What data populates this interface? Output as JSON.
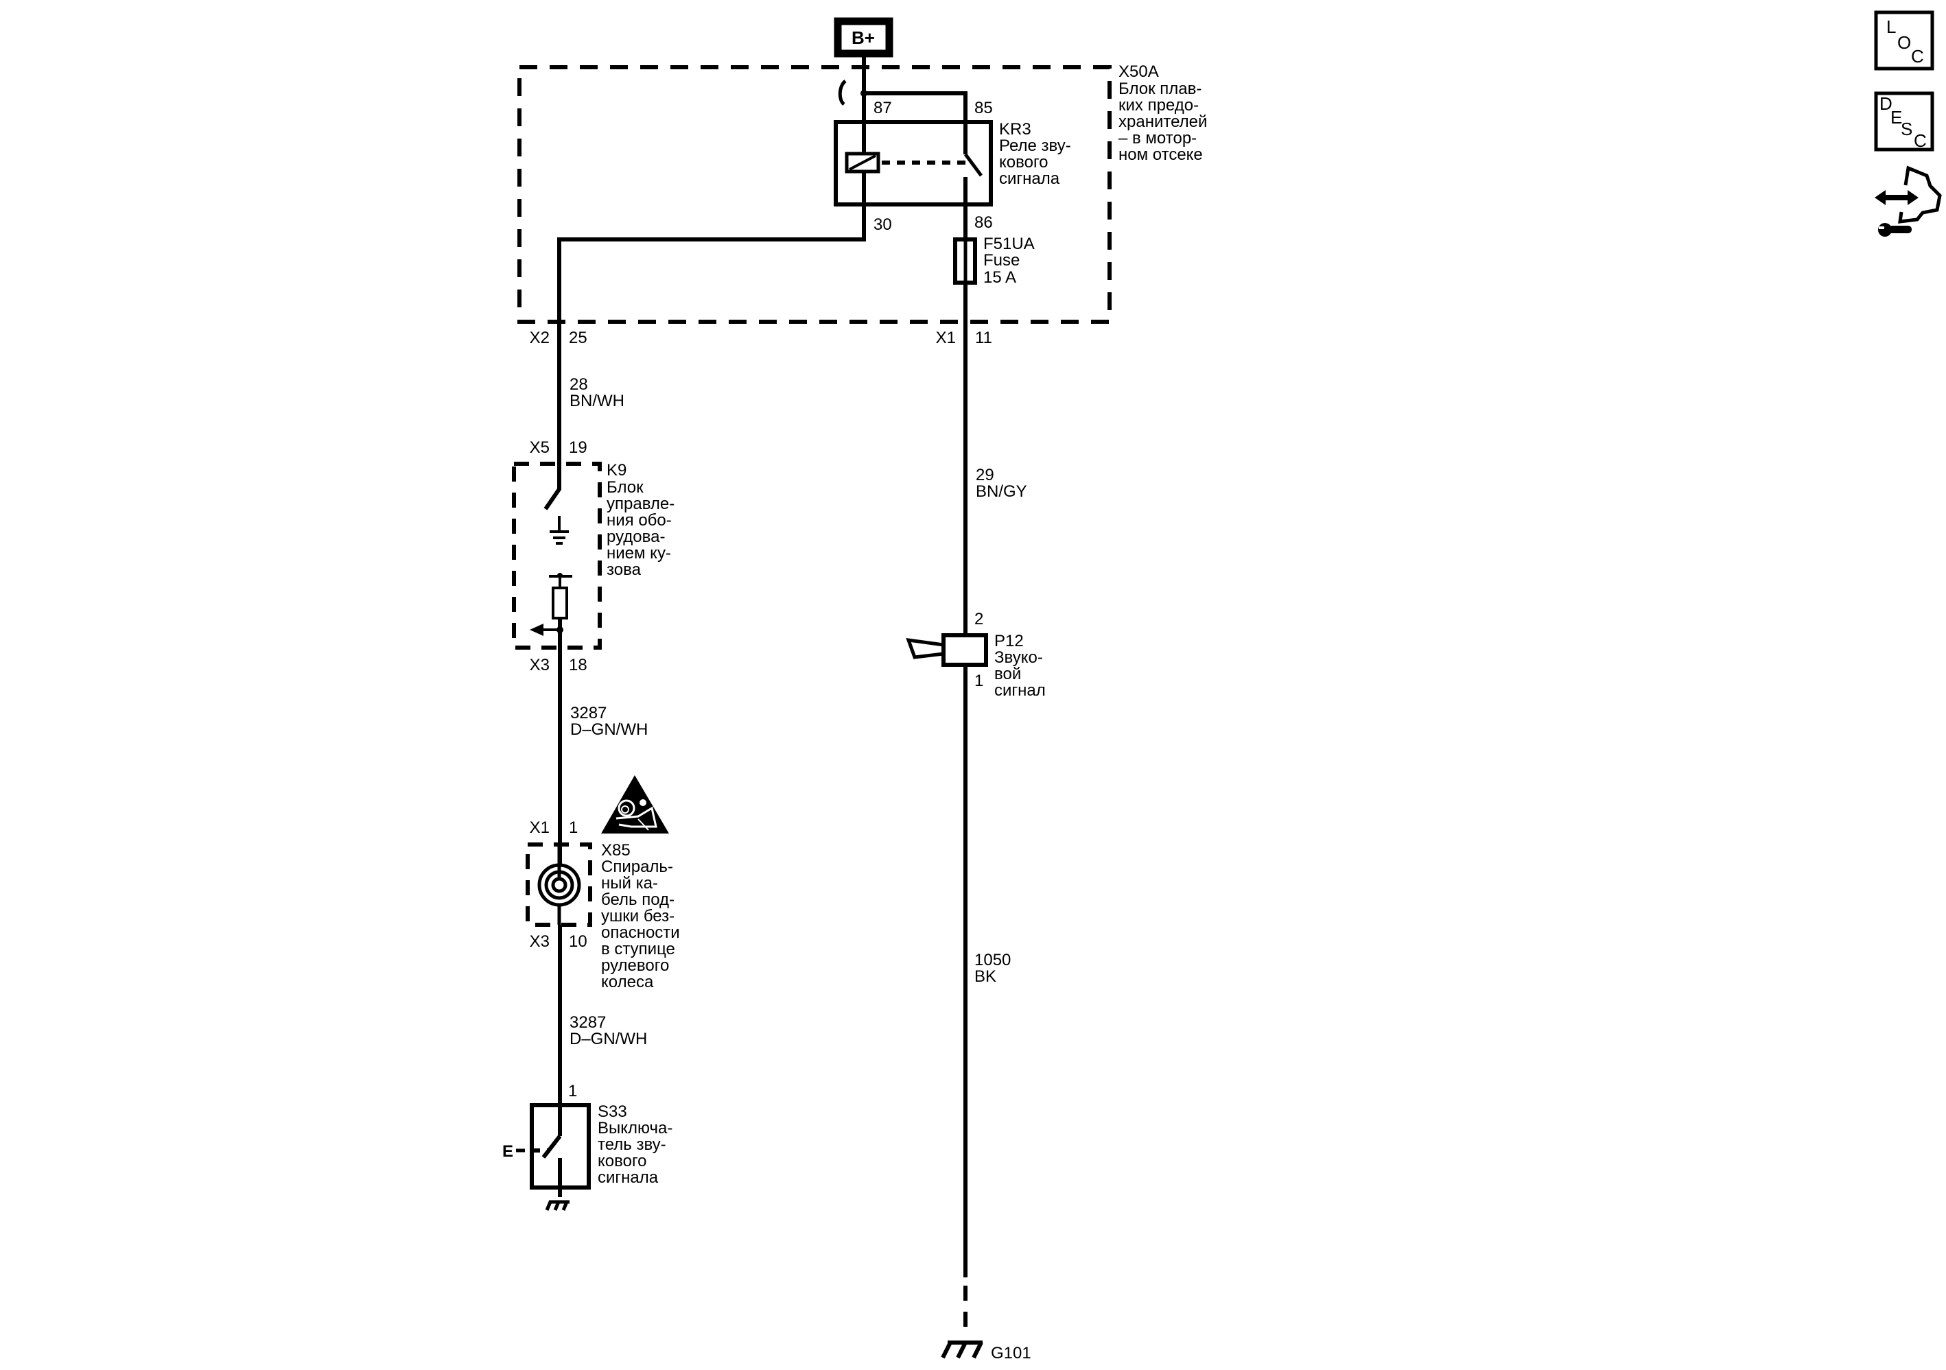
{
  "power": {
    "label": "B+"
  },
  "x50a": {
    "ref": "X50A",
    "desc": [
      "Блок плав-",
      "ких предо-",
      "хранителей",
      "– в мотор-",
      "ном отсеке"
    ]
  },
  "kr3": {
    "ref": "KR3",
    "desc": [
      "Реле зву-",
      "кового",
      "сигнала"
    ],
    "pins": {
      "p87": "87",
      "p85": "85",
      "p30": "30",
      "p86": "86"
    }
  },
  "f51ua": {
    "ref": "F51UA",
    "type": "Fuse",
    "rating": "15 A"
  },
  "connectors": {
    "x2_25": {
      "conn": "X2",
      "pin": "25"
    },
    "x1_11": {
      "conn": "X1",
      "pin": "11"
    },
    "x5_19": {
      "conn": "X5",
      "pin": "19"
    },
    "x3_18": {
      "conn": "X3",
      "pin": "18"
    },
    "x1_1": {
      "conn": "X1",
      "pin": "1"
    },
    "x3_10": {
      "conn": "X3",
      "pin": "10"
    }
  },
  "wires": {
    "w28": {
      "circuit": "28",
      "color": "BN/WH"
    },
    "w29": {
      "circuit": "29",
      "color": "BN/GY"
    },
    "w3287a": {
      "circuit": "3287",
      "color": "D–GN/WH"
    },
    "w3287b": {
      "circuit": "3287",
      "color": "D–GN/WH"
    },
    "w1050": {
      "circuit": "1050",
      "color": "BK"
    }
  },
  "k9": {
    "ref": "K9",
    "desc": [
      "Блок",
      "управле-",
      "ния обо-",
      "рудова-",
      "нием ку-",
      "зова"
    ]
  },
  "x85": {
    "ref": "X85",
    "desc": [
      "Спираль-",
      "ный ка-",
      "бель под-",
      "ушки без-",
      "опасности",
      "в ступице",
      "рулевого",
      "колеса"
    ]
  },
  "s33": {
    "ref": "S33",
    "pin": "1",
    "desc": [
      "Выключа-",
      "тель зву-",
      "кового",
      "сигнала"
    ],
    "side_label": "E"
  },
  "p12": {
    "ref": "P12",
    "pin_top": "2",
    "pin_bottom": "1",
    "desc": [
      "Звуко-",
      "вой",
      "сигнал"
    ]
  },
  "ground": {
    "ref": "G101"
  },
  "side_icons": {
    "loc": {
      "letters": [
        "L",
        "O",
        "C"
      ]
    },
    "desc": {
      "letters": [
        "D",
        "E",
        "S",
        "C"
      ]
    },
    "connector_icon": "connector-repair-icon"
  }
}
